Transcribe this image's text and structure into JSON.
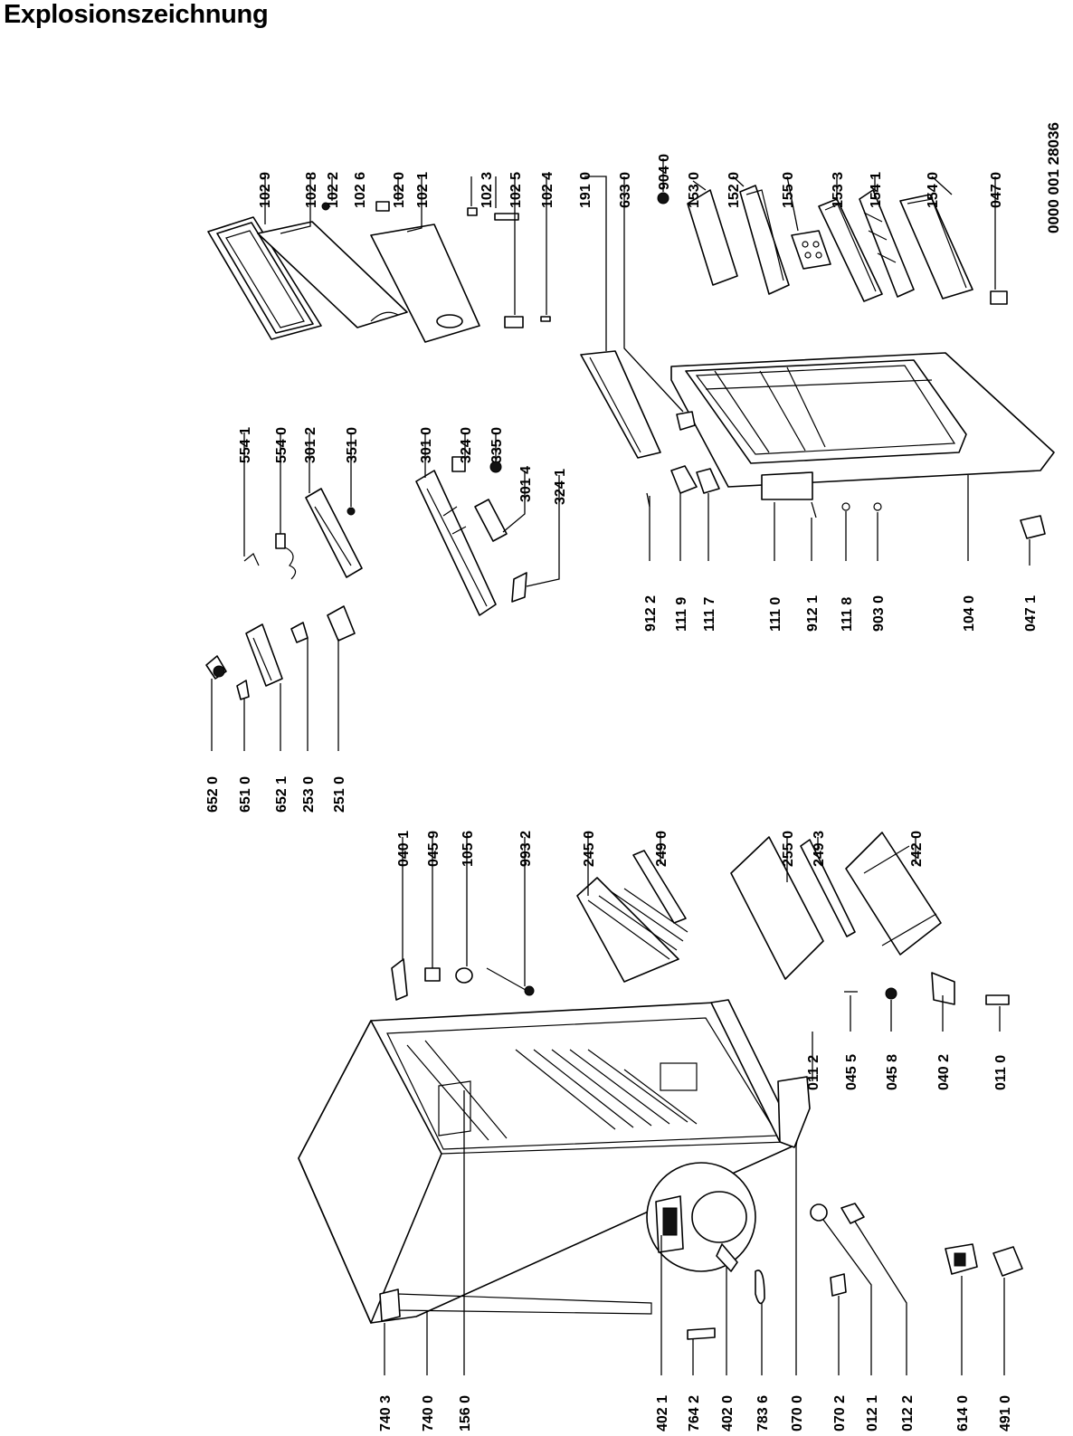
{
  "title": "Explosionszeichnung",
  "document_number": "0000 001 28036",
  "part_labels": [
    "102 9",
    "102 8",
    "102 2",
    "102 6",
    "102 0",
    "102 1",
    "102 3",
    "102 5",
    "102 4",
    "191 0",
    "633 0",
    "904 0",
    "153 0",
    "152 0",
    "155 0",
    "153 3",
    "154 1",
    "154 0",
    "047 0",
    "554 1",
    "554 0",
    "301 2",
    "351 0",
    "301 0",
    "324 0",
    "335 0",
    "301 4",
    "324 1",
    "912 2",
    "111 9",
    "111 7",
    "111 0",
    "912 1",
    "111 8",
    "903 0",
    "104 0",
    "047 1",
    "652 0",
    "651 0",
    "652 1",
    "253 0",
    "251 0",
    "040 1",
    "045 9",
    "105 6",
    "993 2",
    "245 0",
    "249 0",
    "255 0",
    "249 3",
    "242 0",
    "011 2",
    "045 5",
    "045 8",
    "040 2",
    "011 0",
    "740 3",
    "740 0",
    "156 0",
    "402 1",
    "764 2",
    "402 0",
    "783 6",
    "070 0",
    "070 2",
    "012 1",
    "012 2",
    "614 0",
    "491 0"
  ],
  "colors": {
    "ink": "#000000",
    "paper": "#ffffff"
  }
}
